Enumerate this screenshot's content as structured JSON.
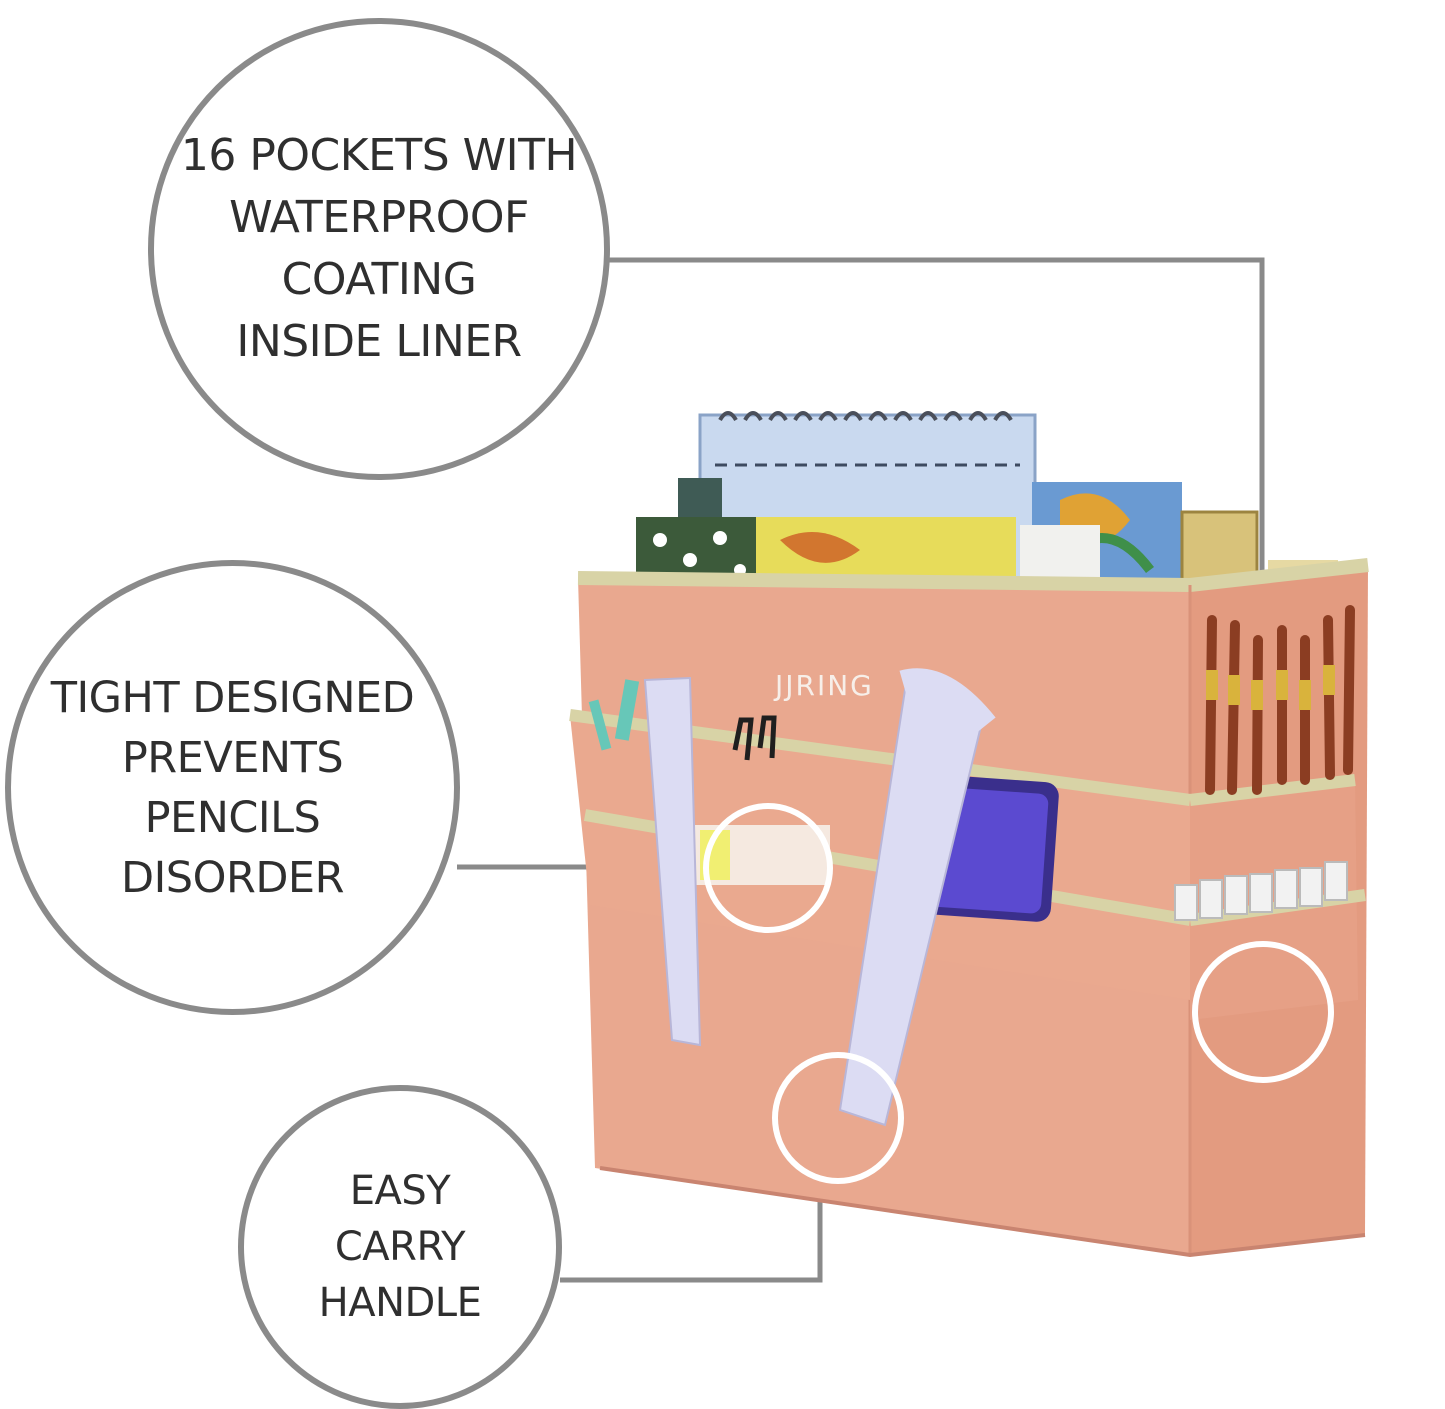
{
  "callouts": [
    {
      "text": "16 POCKETS WITH\nWATERPROOF\nCOATING\nINSIDE LINER"
    },
    {
      "text": "TIGHT DESIGNED\nPREVENTS\nPENCILS\nDISORDER"
    },
    {
      "text": "EASY\nCARRY\nHANDLE"
    }
  ],
  "product": {
    "brand": "JJRING"
  },
  "colors": {
    "bag": "#e9a88f",
    "trim": "#d8d3a6",
    "strap": "#dcdcf3",
    "callout_border": "#8a8a8a",
    "text": "#2f2f2f"
  }
}
